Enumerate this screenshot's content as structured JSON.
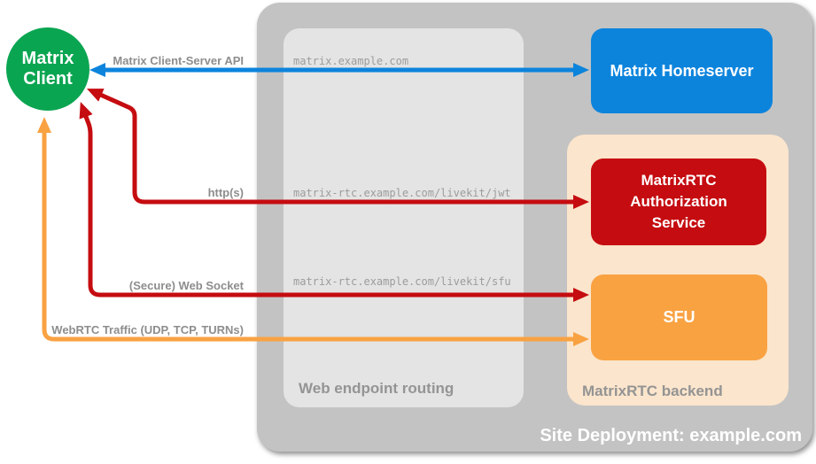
{
  "colors": {
    "client_green": "#0AA551",
    "homeserver_blue": "#0C84DC",
    "auth_red": "#C50C10",
    "sfu_orange": "#F9A242",
    "backend_peach": "#FBE5CC",
    "outer_gray": "#C3C3C3",
    "routing_gray": "#E4E4E4"
  },
  "client": {
    "line1": "Matrix",
    "line2": "Client"
  },
  "homeserver": {
    "label": "Matrix Homeserver"
  },
  "routing": {
    "title": "Web endpoint routing",
    "endpoints": [
      "matrix.example.com",
      "matrix-rtc.example.com/livekit/jwt",
      "matrix-rtc.example.com/livekit/sfu"
    ]
  },
  "backend": {
    "title": "MatrixRTC backend",
    "services": [
      {
        "name": "MatrixRTC Authorization Service"
      },
      {
        "name": "SFU"
      }
    ]
  },
  "connections": [
    {
      "label": "Matrix Client-Server API"
    },
    {
      "label": "http(s)"
    },
    {
      "label": "(Secure) Web Socket"
    },
    {
      "label": "WebRTC Traffic (UDP, TCP, TURNs)"
    }
  ],
  "deployment": {
    "label": "Site Deployment: example.com"
  }
}
